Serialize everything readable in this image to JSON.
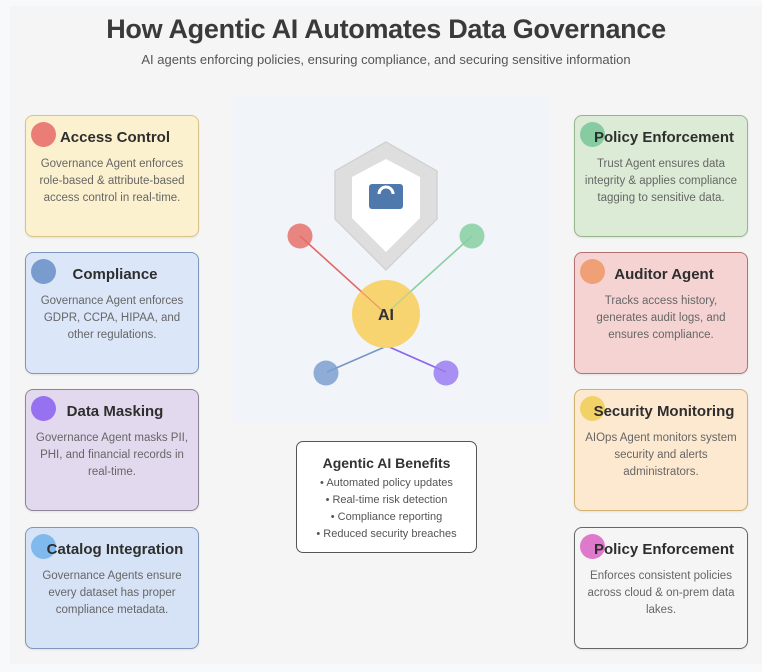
{
  "header": {
    "title": "How Agentic AI Automates Data Governance",
    "subtitle": "AI agents enforcing policies, ensuring compliance, and securing sensitive information"
  },
  "center": {
    "hub_label": "AI",
    "shield_icon": "lock-shield-icon",
    "nodes": [
      {
        "name": "red-node",
        "color": "#e8716c"
      },
      {
        "name": "green-node",
        "color": "#86cfa0"
      },
      {
        "name": "blue-node",
        "color": "#7d9fcf"
      },
      {
        "name": "purple-node",
        "color": "#9a7cf2"
      }
    ],
    "hub_color": "#f7d470"
  },
  "left_cards": [
    {
      "title": "Access Control",
      "body": "Governance Agent enforces role-based & attribute-based access control in real-time.",
      "bg": "#fcf1cf",
      "border": "#d9c486",
      "dot": "#e8716c"
    },
    {
      "title": "Compliance",
      "body": "Governance Agent enforces GDPR, CCPA, HIPAA, and other regulations.",
      "bg": "#dbe6f8",
      "border": "#7f97bc",
      "dot": "#6f92c8"
    },
    {
      "title": "Data Masking",
      "body": "Governance Agent masks PII, PHI, and financial records in real-time.",
      "bg": "#e3d9ee",
      "border": "#8f8498",
      "dot": "#8e66ef"
    },
    {
      "title": "Catalog Integration",
      "body": "Governance Agents ensure every dataset has proper compliance metadata.",
      "bg": "#d6e3f6",
      "border": "#7f97bc",
      "dot": "#76b4ec"
    }
  ],
  "right_cards": [
    {
      "title": "Policy Enforcement",
      "body": "Trust Agent ensures data integrity & applies compliance tagging to sensitive data.",
      "bg": "#dcebd6",
      "border": "#95b58a",
      "dot": "#7cc99a"
    },
    {
      "title": "Auditor Agent",
      "body": "Tracks access history, generates audit logs, and ensures compliance.",
      "bg": "#f5d3d3",
      "border": "#b57272",
      "dot": "#ee9a6c"
    },
    {
      "title": "Security Monitoring",
      "body": "AIOps Agent monitors system security and alerts administrators.",
      "bg": "#fde9cf",
      "border": "#d2b171",
      "dot": "#f1cf5a"
    },
    {
      "title": "Policy Enforcement",
      "body": "Enforces consistent policies across cloud & on-prem data lakes.",
      "bg": "#f5f5f5",
      "border": "#666666",
      "dot": "#dc6cc7"
    }
  ],
  "benefits": {
    "title": "Agentic AI Benefits",
    "items": [
      "• Automated policy updates",
      "• Real-time risk detection",
      "• Compliance reporting",
      "• Reduced security breaches"
    ]
  }
}
